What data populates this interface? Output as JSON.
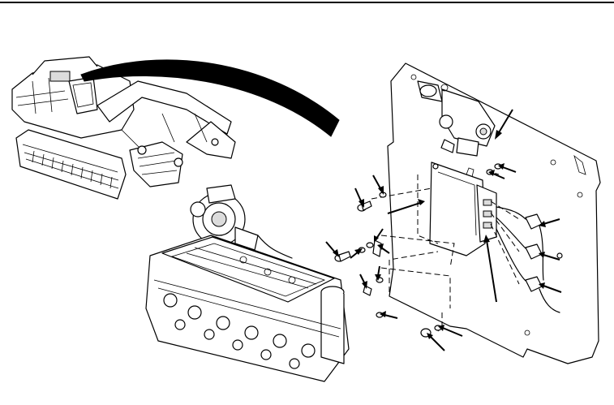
{
  "figure": {
    "callouts": [
      {
        "id": "regulator-valve"
      },
      {
        "id": "module-upper-bolt-left"
      },
      {
        "id": "module-upper-washer-left"
      },
      {
        "id": "module-upper-washer-right"
      },
      {
        "id": "module-upper-bolt-right"
      },
      {
        "id": "ecm-module"
      },
      {
        "id": "module-lower-bolt-left"
      },
      {
        "id": "module-lower-washer-a"
      },
      {
        "id": "module-lower-washer-b"
      },
      {
        "id": "module-lower-bolt-b"
      },
      {
        "id": "module-lower-bolt-c"
      },
      {
        "id": "module-lower-bolt-d"
      },
      {
        "id": "connector-top"
      },
      {
        "id": "connector-middle"
      },
      {
        "id": "connector-bottom"
      },
      {
        "id": "harness-bracket"
      },
      {
        "id": "bottom-bolt-left"
      },
      {
        "id": "bottom-bolt-right"
      }
    ]
  }
}
